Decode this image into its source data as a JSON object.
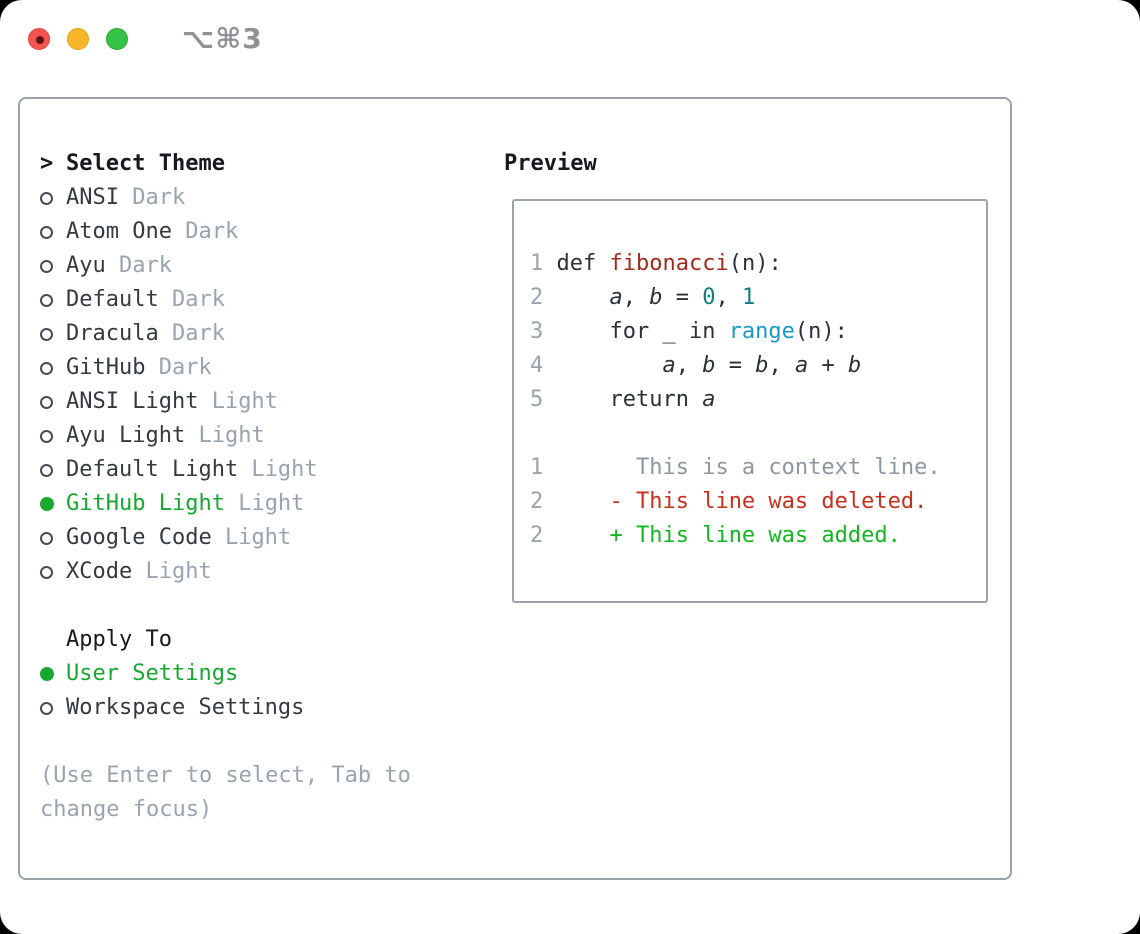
{
  "window": {
    "shortcut": "⌥⌘3",
    "traffic_lights": [
      {
        "name": "close",
        "color": "#f4544f"
      },
      {
        "name": "minimize",
        "color": "#f8b62a"
      },
      {
        "name": "zoom",
        "color": "#35c246"
      }
    ]
  },
  "theme_panel": {
    "prompt": ">",
    "title": "Select Theme",
    "items": [
      {
        "name": "ANSI",
        "tag": "Dark",
        "selected": false
      },
      {
        "name": "Atom One",
        "tag": "Dark",
        "selected": false
      },
      {
        "name": "Ayu",
        "tag": "Dark",
        "selected": false
      },
      {
        "name": "Default",
        "tag": "Dark",
        "selected": false
      },
      {
        "name": "Dracula",
        "tag": "Dark",
        "selected": false
      },
      {
        "name": "GitHub",
        "tag": "Dark",
        "selected": false
      },
      {
        "name": "ANSI Light",
        "tag": "Light",
        "selected": false
      },
      {
        "name": "Ayu Light",
        "tag": "Light",
        "selected": false
      },
      {
        "name": "Default Light",
        "tag": "Light",
        "selected": false
      },
      {
        "name": "GitHub Light",
        "tag": "Light",
        "selected": true
      },
      {
        "name": "Google Code",
        "tag": "Light",
        "selected": false
      },
      {
        "name": "XCode",
        "tag": "Light",
        "selected": false
      }
    ],
    "apply_to": {
      "title": "Apply To",
      "options": [
        {
          "name": "User Settings",
          "selected": true
        },
        {
          "name": "Workspace Settings",
          "selected": false
        }
      ]
    },
    "hint": "(Use Enter to select, Tab to change focus)"
  },
  "preview": {
    "title": "Preview",
    "lines": [
      [
        {
          "t": "1 ",
          "s": "lineno"
        },
        {
          "t": "def ",
          "s": "plain"
        },
        {
          "t": "fibonacci",
          "s": "func"
        },
        {
          "t": "(n):",
          "s": "plain"
        }
      ],
      [
        {
          "t": "2 ",
          "s": "lineno"
        },
        {
          "t": "    ",
          "s": "plain"
        },
        {
          "t": "a",
          "s": "var"
        },
        {
          "t": ", ",
          "s": "plain"
        },
        {
          "t": "b",
          "s": "var"
        },
        {
          "t": " = ",
          "s": "plain"
        },
        {
          "t": "0",
          "s": "num"
        },
        {
          "t": ", ",
          "s": "plain"
        },
        {
          "t": "1",
          "s": "num"
        }
      ],
      [
        {
          "t": "3 ",
          "s": "lineno"
        },
        {
          "t": "    for _ in ",
          "s": "plain"
        },
        {
          "t": "range",
          "s": "builtin"
        },
        {
          "t": "(n):",
          "s": "plain"
        }
      ],
      [
        {
          "t": "4 ",
          "s": "lineno"
        },
        {
          "t": "        ",
          "s": "plain"
        },
        {
          "t": "a",
          "s": "var"
        },
        {
          "t": ", ",
          "s": "plain"
        },
        {
          "t": "b",
          "s": "var"
        },
        {
          "t": " = ",
          "s": "plain"
        },
        {
          "t": "b",
          "s": "var"
        },
        {
          "t": ", ",
          "s": "plain"
        },
        {
          "t": "a",
          "s": "var"
        },
        {
          "t": " + ",
          "s": "plain"
        },
        {
          "t": "b",
          "s": "var"
        }
      ],
      [
        {
          "t": "5 ",
          "s": "lineno"
        },
        {
          "t": "    return ",
          "s": "plain"
        },
        {
          "t": "a",
          "s": "var"
        }
      ],
      [],
      [
        {
          "t": "1",
          "s": "lineno"
        },
        {
          "t": "       ",
          "s": "plain"
        },
        {
          "t": "This is a context line.",
          "s": "context"
        }
      ],
      [
        {
          "t": "2",
          "s": "lineno"
        },
        {
          "t": "     ",
          "s": "plain"
        },
        {
          "t": "- This line was deleted.",
          "s": "deleted"
        }
      ],
      [
        {
          "t": "2",
          "s": "lineno"
        },
        {
          "t": "     ",
          "s": "plain"
        },
        {
          "t": "+ This line was added.",
          "s": "added"
        }
      ]
    ]
  },
  "colors": {
    "selection_green": "#16a831",
    "panel_border": "#9aa3ad",
    "muted_gray": "#99a3af",
    "text_dark": "#343a42",
    "code_function_red": "#a52a1e",
    "code_number_teal": "#0d7e83",
    "code_builtin_blue": "#189ac6",
    "diff_deleted_red": "#c92f1e",
    "diff_added_green": "#13b722",
    "diff_context_gray": "#8d97a2",
    "traffic_red": "#f4544f",
    "traffic_yellow": "#f8b62a",
    "traffic_green": "#35c246"
  }
}
